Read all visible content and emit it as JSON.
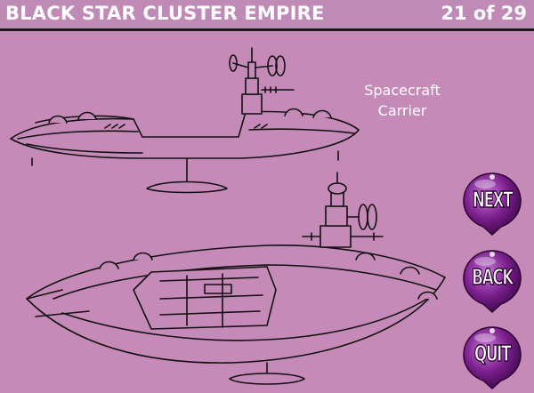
{
  "header": {
    "title": "BLACK STAR CLUSTER EMPIRE",
    "pager": "21 of 29"
  },
  "caption": {
    "line1": "Spacecraft",
    "line2": "Carrier"
  },
  "nav": {
    "next_label": "NEXT",
    "back_label": "BACK",
    "quit_label": "QUIT"
  },
  "colors": {
    "background": "#c58ab7",
    "header_text": "#ffffff",
    "rule": "#1a1a1a",
    "button": "#7a1e8c"
  },
  "icons": {
    "illustration": "spacecraft-carrier-line-drawing",
    "button_shape": "purple-orb-arrow"
  }
}
